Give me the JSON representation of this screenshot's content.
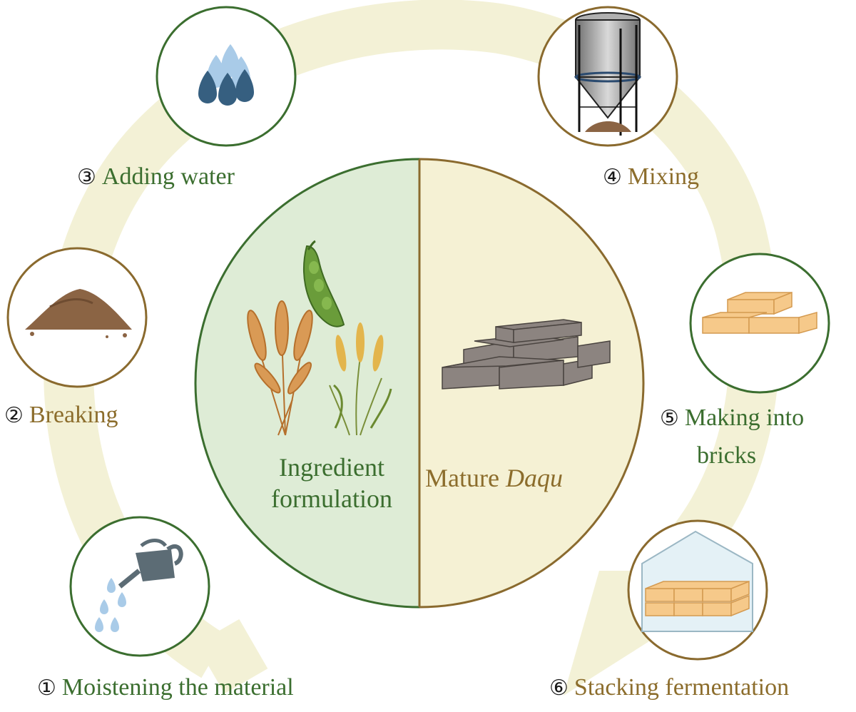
{
  "colors": {
    "arc": "#f3f1d6",
    "green_stroke": "#3b6e2f",
    "gold_stroke": "#8a6a2e",
    "left_half_fill": "#deecd6",
    "right_half_fill": "#f5f1d4",
    "brick": "#f6c98a",
    "daqu_brick": "#8c8480",
    "water_light": "#a9cbe8",
    "water_dark": "#365f80"
  },
  "steps": [
    {
      "num": "①",
      "label": "Moistening the material",
      "icon": "watering-can-icon"
    },
    {
      "num": "②",
      "label": "Breaking",
      "icon": "powder-pile-icon"
    },
    {
      "num": "③",
      "label": "Adding water",
      "icon": "water-drops-icon"
    },
    {
      "num": "④",
      "label": "Mixing",
      "icon": "silo-icon"
    },
    {
      "num": "⑤",
      "label": "Making into",
      "label2": "bricks",
      "icon": "bricks-icon"
    },
    {
      "num": "⑥",
      "label": "Stacking fermentation",
      "icon": "greenhouse-icon"
    }
  ],
  "center": {
    "left_line1": "Ingredient",
    "left_line2": "formulation",
    "right_prefix": "Mature ",
    "right_italic": "Daqu",
    "left_icons": [
      "pea-pod-icon",
      "wheat-icon",
      "barley-icon"
    ],
    "right_icon": "daqu-bricks-icon"
  }
}
